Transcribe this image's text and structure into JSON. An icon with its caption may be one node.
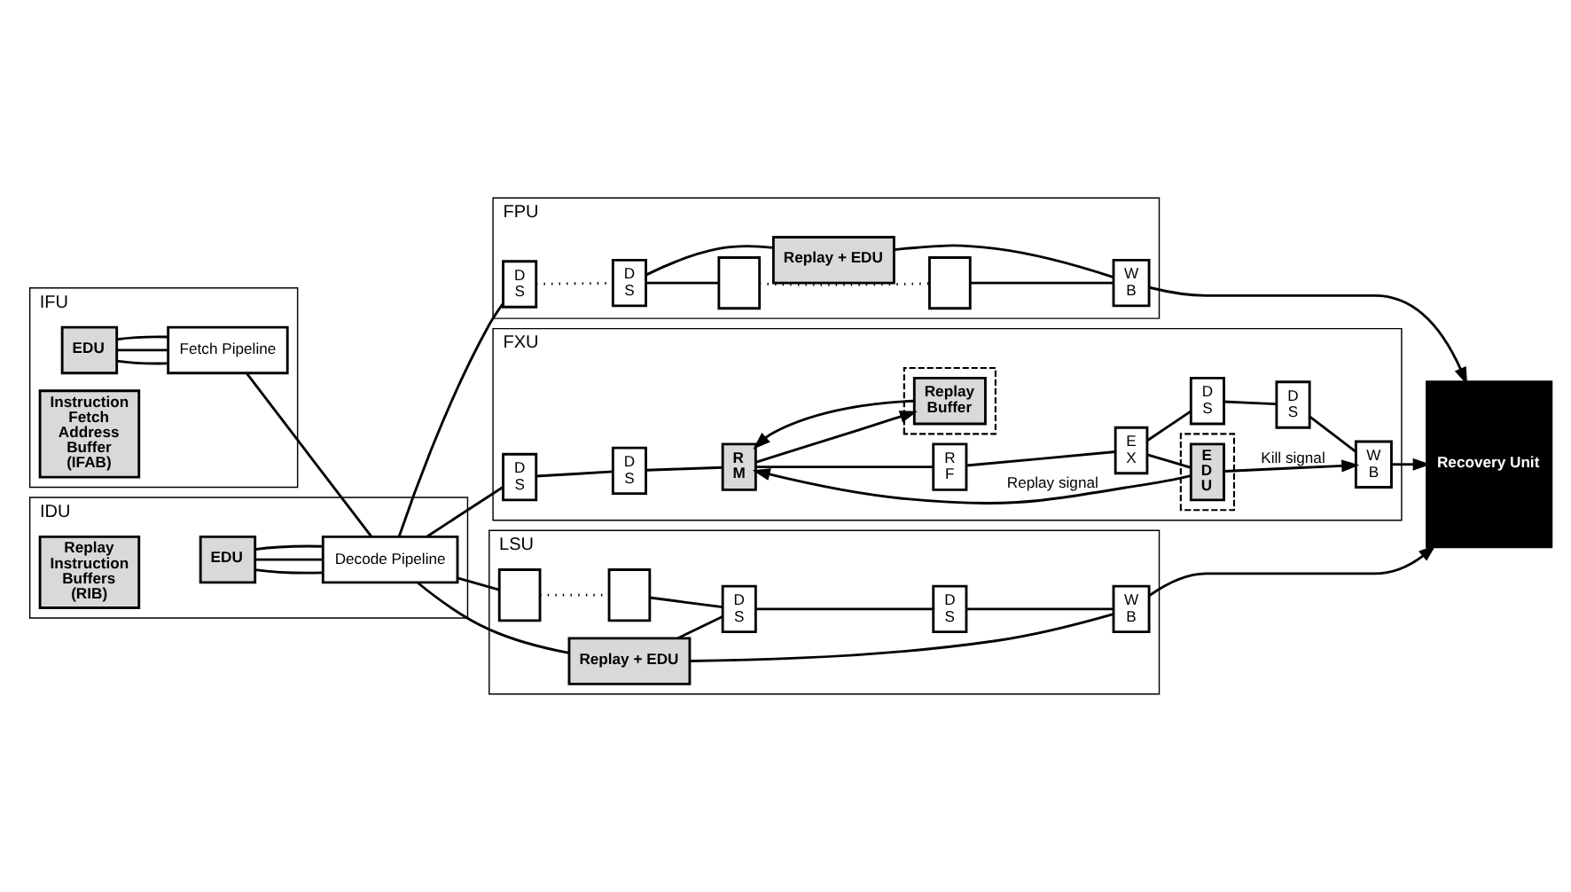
{
  "diagram": {
    "nodes": [
      {
        "text": [
          "IFU"
        ]
      },
      {
        "text": [
          "EDU"
        ],
        "in": 0
      },
      {
        "text": [
          "Fetch Pipeline"
        ],
        "in": 0
      },
      {
        "text": [
          "Instruction Fetch Address Buffer (IFAB)"
        ],
        "in": 0
      },
      {
        "text": [
          "IDU"
        ]
      },
      {
        "text": [
          "EDU"
        ],
        "in": 4
      },
      {
        "text": [
          "Decode Pipeline"
        ],
        "in": 4
      },
      {
        "text": [
          "Replay Instruction Buffers (RIB)"
        ],
        "in": 4
      },
      {
        "text": [
          "FPU"
        ]
      },
      {
        "text": [
          "D S"
        ],
        "in": 8
      },
      {
        "text": [
          "D S"
        ],
        "in": 8
      },
      {
        "text": [],
        "shape": "box",
        "in": 8
      },
      {
        "text": [],
        "shape": "box",
        "in": 8
      },
      {
        "text": [
          "W B"
        ],
        "in": 8
      },
      {
        "text": [
          "Replay + EDU"
        ],
        "in": 8
      },
      {
        "text": [
          "FXU"
        ]
      },
      {
        "text": [],
        "shape": "box",
        "in": 15
      },
      {
        "text": [
          "E D U"
        ],
        "in": 16
      },
      {
        "text": [
          "D S"
        ],
        "in": 15
      },
      {
        "text": [
          "D S"
        ],
        "in": 15
      },
      {
        "text": [
          "R M"
        ],
        "in": 15
      },
      {
        "text": [
          "R F"
        ],
        "in": 15
      },
      {
        "text": [
          "E X"
        ],
        "in": 15
      },
      {
        "text": [
          "D S"
        ],
        "in": 15
      },
      {
        "text": [
          "D S"
        ],
        "in": 15
      },
      {
        "text": [
          "W B"
        ],
        "in": 15
      },
      {
        "text": [],
        "shape": "box",
        "in": 15
      },
      {
        "text": [
          "Replay Buffer"
        ],
        "in": 26
      },
      {
        "text": [
          "LSU"
        ]
      },
      {
        "text": [],
        "shape": "box",
        "in": 28
      },
      {
        "text": [],
        "shape": "box",
        "in": 28
      },
      {
        "text": [
          "D S"
        ],
        "in": 28
      },
      {
        "text": [
          "D S"
        ],
        "in": 28
      },
      {
        "text": [
          "W B"
        ],
        "in": 28
      },
      {
        "text": [
          "Replay + EDU"
        ],
        "in": 28
      },
      {
        "text": [
          "Recovery Unit"
        ]
      }
    ],
    "edges": [
      {
        "from": 1,
        "to": 2,
        "arrow": "none"
      },
      {
        "from": 1,
        "to": 2,
        "arrow": "none"
      },
      {
        "from": 1,
        "to": 2,
        "arrow": "none"
      },
      {
        "from": 5,
        "to": 6,
        "arrow": "none"
      },
      {
        "from": 5,
        "to": 6,
        "arrow": "none"
      },
      {
        "from": 5,
        "to": 6,
        "arrow": "none"
      },
      {
        "from": 2,
        "to": 6,
        "arrow": "none"
      },
      {
        "from": 6,
        "to": 9,
        "arrow": "none"
      },
      {
        "from": 6,
        "to": 18,
        "arrow": "none"
      },
      {
        "from": 6,
        "to": 29,
        "arrow": "none"
      },
      {
        "from": 6,
        "to": 34,
        "arrow": "none"
      },
      {
        "from": 9,
        "to": 10,
        "arrow": "none",
        "style": "dashed"
      },
      {
        "from": 10,
        "to": 11,
        "arrow": "none"
      },
      {
        "from": 10,
        "to": 14,
        "arrow": "none"
      },
      {
        "from": 11,
        "to": 12,
        "arrow": "none",
        "style": "dashed"
      },
      {
        "from": 12,
        "to": 13,
        "arrow": "none"
      },
      {
        "from": 14,
        "to": 13,
        "arrow": "none"
      },
      {
        "from": 18,
        "to": 19,
        "arrow": "none"
      },
      {
        "from": 19,
        "to": 20,
        "arrow": "none"
      },
      {
        "from": 20,
        "to": 21,
        "arrow": "none"
      },
      {
        "from": 21,
        "to": 22,
        "arrow": "none"
      },
      {
        "from": 22,
        "to": 23,
        "arrow": "none"
      },
      {
        "from": 23,
        "to": 24,
        "arrow": "none"
      },
      {
        "from": 24,
        "to": 25,
        "arrow": "none"
      },
      {
        "from": 22,
        "to": 17,
        "arrow": "none"
      },
      {
        "from": 17,
        "to": 20,
        "arrow": "to",
        "label": "Replay signal"
      },
      {
        "from": 17,
        "to": 25,
        "arrow": "to",
        "label": "Kill signal"
      },
      {
        "from": 20,
        "to": 27,
        "arrow": "to"
      },
      {
        "from": 27,
        "to": 20,
        "arrow": "to"
      },
      {
        "from": 29,
        "to": 30,
        "arrow": "none",
        "style": "dashed"
      },
      {
        "from": 30,
        "to": 31,
        "arrow": "none"
      },
      {
        "from": 31,
        "to": 32,
        "arrow": "none"
      },
      {
        "from": 32,
        "to": 33,
        "arrow": "none"
      },
      {
        "from": 34,
        "to": 31,
        "arrow": "none"
      },
      {
        "from": 34,
        "to": 33,
        "arrow": "none"
      },
      {
        "from": 13,
        "to": 35,
        "arrow": "to"
      },
      {
        "from": 25,
        "to": 35,
        "arrow": "to"
      },
      {
        "from": 33,
        "to": 35,
        "arrow": "to"
      }
    ]
  }
}
